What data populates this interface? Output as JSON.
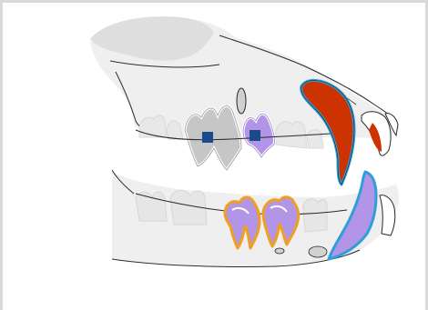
{
  "diagram": {
    "subject": "canine-skull-dental-anatomy",
    "colors": {
      "bone_fill": "#efefef",
      "bone_shadow": "#e3e3e3",
      "cranium_shade": "#dedede",
      "outline": "#222222",
      "tooth_faint": "#e8e8e8",
      "upper_canine": "#cc3300",
      "upper_canine_border": "#2e9fd9",
      "upper_incisor": "#cc3300",
      "lower_canine": "#b295e6",
      "lower_canine_border": "#2e9fd9",
      "upper_premolar_purple": "#b295e6",
      "lower_molars": "#b295e6",
      "lower_molars_border": "#f0a020",
      "carnassial_gray": "#c6c6c6",
      "markers": "#1b4a8a",
      "foramen": "#d2d2d2"
    },
    "highlighted_regions": [
      {
        "name": "upper-canine",
        "color": "upper_canine"
      },
      {
        "name": "upper-incisors",
        "color": "upper_incisor"
      },
      {
        "name": "lower-canine",
        "color": "lower_canine"
      },
      {
        "name": "lower-first-molars",
        "color": "lower_molars"
      },
      {
        "name": "upper-fourth-premolar",
        "color": "carnassial_gray"
      },
      {
        "name": "upper-first-molar",
        "color": "upper_premolar_purple"
      }
    ]
  }
}
